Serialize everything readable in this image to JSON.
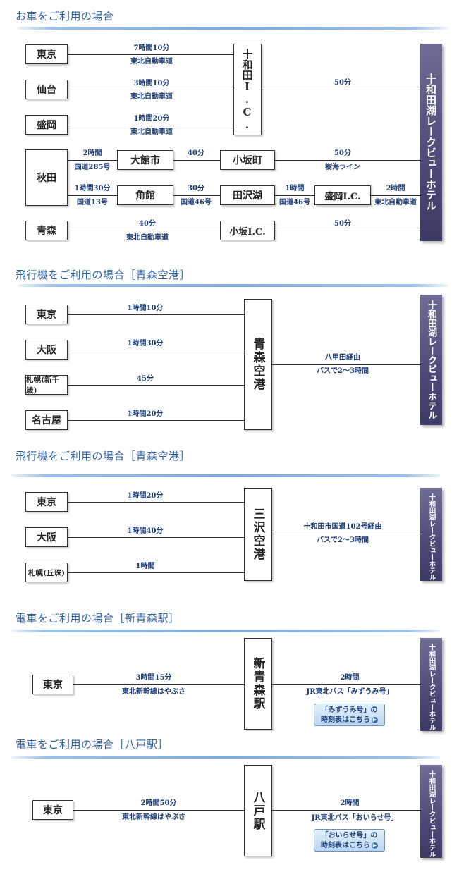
{
  "hotel_name": "十和田湖レークビューホテル",
  "car": {
    "header": "お車をご利用の場合",
    "ic_label": "十和田I.C.",
    "routes": [
      {
        "from": "東京",
        "time": "7時間10分",
        "road": "東北自動車道"
      },
      {
        "from": "仙台",
        "time": "3時間10分",
        "road": "東北自動車道"
      },
      {
        "from": "盛岡",
        "time": "1時間20分",
        "road": "東北自動車道"
      }
    ],
    "ic_to_hotel": "50分",
    "akita": {
      "from": "秋田",
      "row1": {
        "t1": "2時間",
        "r1": "国道285号",
        "p1": "大館市",
        "t2": "40分",
        "p2": "小坂町",
        "t3": "50分",
        "r3": "樹海ライン"
      },
      "row2": {
        "t1": "1時間30分",
        "r1": "国道13号",
        "p1": "角館",
        "t2": "30分",
        "r2": "国道46号",
        "p2": "田沢湖",
        "t3": "1時間",
        "r3": "国道46号",
        "p3": "盛岡I.C.",
        "t4": "2時間",
        "r4": "東北自動車道"
      }
    },
    "aomori": {
      "from": "青森",
      "t1": "40分",
      "r1": "東北自動車道",
      "p1": "小坂I.C.",
      "t2": "50分"
    }
  },
  "air1": {
    "header": "飛行機をご利用の場合［青森空港］",
    "airport": "青森空港",
    "routes": [
      {
        "from": "東京",
        "time": "1時間10分"
      },
      {
        "from": "大阪",
        "time": "1時間30分"
      },
      {
        "from": "札幌(新千歳)",
        "time": "45分"
      },
      {
        "from": "名古屋",
        "time": "1時間20分"
      }
    ],
    "to_hotel_1": "八甲田経由",
    "to_hotel_2": "バスで2〜3時間"
  },
  "air2": {
    "header": "飛行機をご利用の場合［青森空港］",
    "airport": "三沢空港",
    "routes": [
      {
        "from": "東京",
        "time": "1時間20分"
      },
      {
        "from": "大阪",
        "time": "1時間40分"
      },
      {
        "from": "札幌(丘珠)",
        "time": "1時間"
      }
    ],
    "to_hotel_1": "十和田市国道102号経由",
    "to_hotel_2": "バスで2〜3時間"
  },
  "train1": {
    "header": "電車をご利用の場合［新青森駅］",
    "from": "東京",
    "time": "3時間15分",
    "line": "東北新幹線はやぶさ",
    "station": "新青森駅",
    "bus_time": "2時間",
    "bus_name": "JR東北バス「みずうみ号」",
    "tt_line1": "「みずうみ号」の",
    "tt_line2": "時刻表はこちら"
  },
  "train2": {
    "header": "電車をご利用の場合［八戸駅］",
    "from": "東京",
    "time": "2時間50分",
    "line": "東北新幹線はやぶさ",
    "station": "八戸駅",
    "bus_time": "2時間",
    "bus_name": "JR東北バス「おいらせ号」",
    "tt_line1": "「おいらせ号」の",
    "tt_line2": "時刻表はこちら"
  }
}
